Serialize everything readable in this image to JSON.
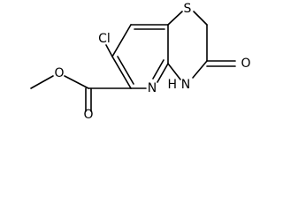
{
  "molecule": {
    "atoms": {
      "cl": "Cl",
      "s": "S",
      "n_ring": "N",
      "nh": "N",
      "h": "H",
      "o_keto": "O",
      "o_ester_single": "O",
      "o_ester_double": "O"
    },
    "colors": {
      "bond": "#000000",
      "text": "#000000",
      "background": "#ffffff"
    }
  }
}
